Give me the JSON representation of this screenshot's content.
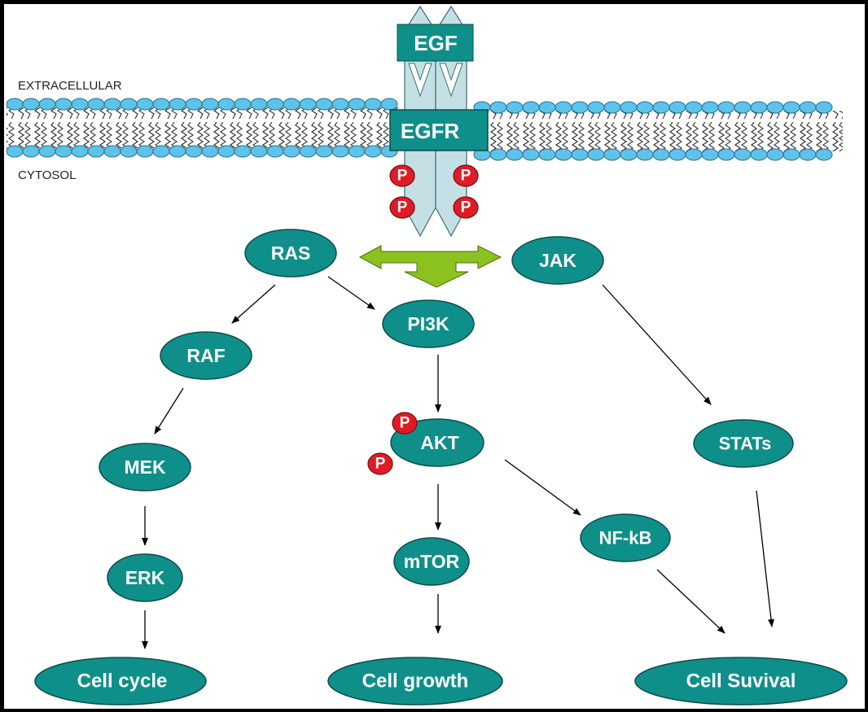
{
  "membrane": {
    "extracellular_label": "EXTRACELLULAR",
    "cytosol_label": "CYTOSOL"
  },
  "ligand": {
    "label": "EGF"
  },
  "receptor": {
    "label": "EGFR"
  },
  "phosphate_label": "P",
  "nodes": {
    "ras": "RAS",
    "jak": "JAK",
    "pi3k": "PI3K",
    "raf": "RAF",
    "mek": "MEK",
    "erk": "ERK",
    "akt": "AKT",
    "mtor": "mTOR",
    "nfkb": "NF-kB",
    "stats": "STATs"
  },
  "outcomes": {
    "cell_cycle": "Cell cycle",
    "cell_growth": "Cell growth",
    "cell_survival": "Cell Suvival"
  },
  "colors": {
    "node_fill": "#0f8f8a",
    "node_stroke": "#0b4d4a",
    "receptor_fill": "#c5e0e4",
    "lipid_head": "#5dc3ec",
    "phosphate": "#e01b24",
    "green_arrow": "#8cc21f"
  }
}
